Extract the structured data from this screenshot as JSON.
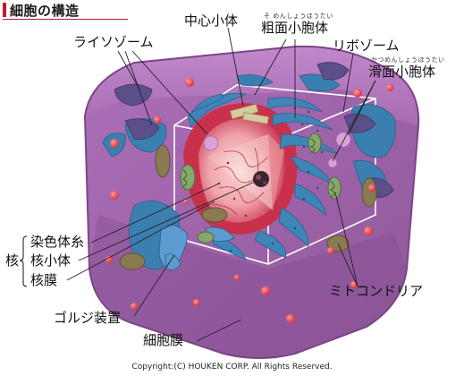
{
  "title": "細胞の構造",
  "labels": {
    "lysosome": "ライソゾーム",
    "centrosome": "中心小体",
    "rough_er": "粗面小胞体",
    "rough_er_ruby": "そ めんしょうほうたい",
    "ribosome": "リボゾーム",
    "smooth_er": "滑面小胞体",
    "smooth_er_ruby": "かつめんしょうほうたい",
    "nucleus_group": "核",
    "chromatin": "染色体糸",
    "nucleolus": "核小体",
    "nuclear_membrane": "核膜",
    "mitochondria": "ミトコンドリア",
    "golgi": "ゴルジ装置",
    "cell_membrane": "細胞膜"
  },
  "copyright": "Copyright:(C) HOUKEN CORP. All Rights Reserved.",
  "colors": {
    "title_accent": "#c4172c",
    "cytoplasm": "#b57ac0",
    "membrane": "#8d4f9a",
    "nucleus_outer": "#e0455e",
    "nucleus_inner": "#f1b7bb",
    "er": "#3f86b8",
    "mitochondria": "#8a7a52",
    "lysosome": "#e8454f"
  }
}
